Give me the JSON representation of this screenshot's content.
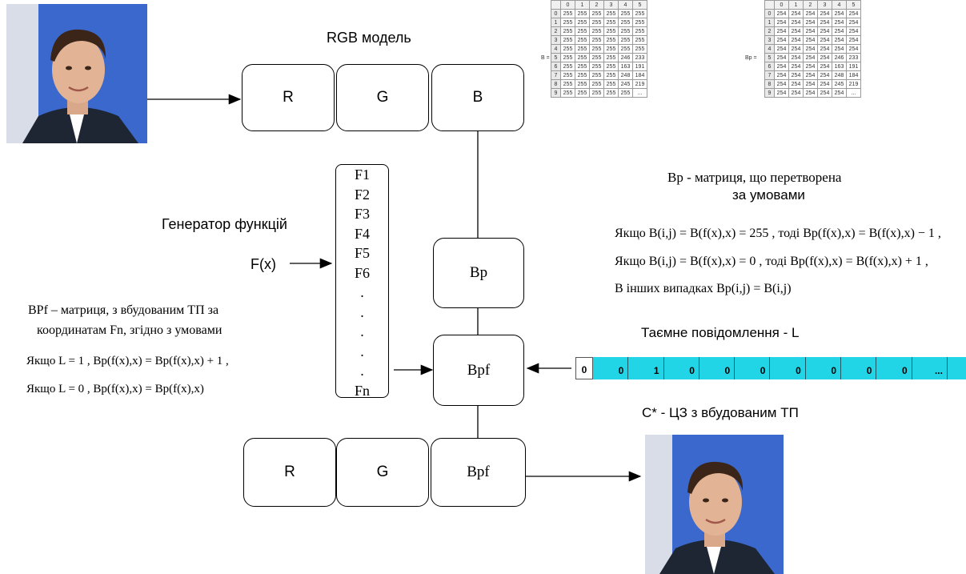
{
  "title": "RGB модель",
  "top_boxes": [
    "R",
    "G",
    "B"
  ],
  "bottom_boxes": [
    "R",
    "G",
    "Bpf"
  ],
  "bp_box": "Bp",
  "bpf_box": "Bpf",
  "generator_label": "Генератор функцій",
  "fx_label": "F(x)",
  "function_list": [
    "F1",
    "F2",
    "F3",
    "F4",
    "F5",
    "F6",
    ".",
    ".",
    ".",
    ".",
    ".",
    "Fn"
  ],
  "bp_description_line1": "Bp - матриця, що перетворена",
  "bp_description_line2": "за умовами",
  "bp_conditions": [
    "Якщо B(i,j) = B(f(x),x) = 255 , тоді Bp(f(x),x) = B(f(x),x) − 1 ,",
    "Якщо B(i,j) = B(f(x),x) = 0 , тоді Bp(f(x),x) = B(f(x),x) + 1 ,",
    "В інших випадках Bp(i,j) = B(i,j)"
  ],
  "bpf_description_line1": "BPf – матриця, з вбудованим ТП за",
  "bpf_description_line2": "координатам Fn, згідно з умовами",
  "bpf_conditions": [
    "Якщо L = 1 , Bp(f(x),x) = Bp(f(x),x) + 1 ,",
    "Якщо L = 0 , Bp(f(x),x) = Bp(f(x),x)"
  ],
  "secret_message_label": "Таємне повідомлення - L",
  "secret_message_bits": [
    "0",
    "0",
    "1",
    "0",
    "0",
    "0",
    "0",
    "0",
    "0",
    "0",
    "..."
  ],
  "output_label": "C* - ЦЗ з вбудованим ТП",
  "matrix_b": {
    "label": "B =",
    "columns": [
      "",
      "0",
      "1",
      "2",
      "3",
      "4",
      "5"
    ],
    "rows": [
      [
        "0",
        "255",
        "255",
        "255",
        "255",
        "255",
        "255"
      ],
      [
        "1",
        "255",
        "255",
        "255",
        "255",
        "255",
        "255"
      ],
      [
        "2",
        "255",
        "255",
        "255",
        "255",
        "255",
        "255"
      ],
      [
        "3",
        "255",
        "255",
        "255",
        "255",
        "255",
        "255"
      ],
      [
        "4",
        "255",
        "255",
        "255",
        "255",
        "255",
        "255"
      ],
      [
        "5",
        "255",
        "255",
        "255",
        "255",
        "246",
        "233"
      ],
      [
        "6",
        "255",
        "255",
        "255",
        "255",
        "163",
        "191"
      ],
      [
        "7",
        "255",
        "255",
        "255",
        "255",
        "248",
        "184"
      ],
      [
        "8",
        "255",
        "255",
        "255",
        "255",
        "245",
        "219"
      ],
      [
        "9",
        "255",
        "255",
        "255",
        "255",
        "255",
        "..."
      ]
    ]
  },
  "matrix_bp": {
    "label": "Bp =",
    "columns": [
      "",
      "0",
      "1",
      "2",
      "3",
      "4",
      "5"
    ],
    "rows": [
      [
        "0",
        "254",
        "254",
        "254",
        "254",
        "254",
        "254"
      ],
      [
        "1",
        "254",
        "254",
        "254",
        "254",
        "254",
        "254"
      ],
      [
        "2",
        "254",
        "254",
        "254",
        "254",
        "254",
        "254"
      ],
      [
        "3",
        "254",
        "254",
        "254",
        "254",
        "254",
        "254"
      ],
      [
        "4",
        "254",
        "254",
        "254",
        "254",
        "254",
        "254"
      ],
      [
        "5",
        "254",
        "254",
        "254",
        "254",
        "246",
        "233"
      ],
      [
        "6",
        "254",
        "254",
        "254",
        "254",
        "163",
        "191"
      ],
      [
        "7",
        "254",
        "254",
        "254",
        "254",
        "248",
        "184"
      ],
      [
        "8",
        "254",
        "254",
        "254",
        "254",
        "245",
        "219"
      ],
      [
        "9",
        "254",
        "254",
        "254",
        "254",
        "254",
        "..."
      ]
    ]
  },
  "colors": {
    "message_bar": "#21d4e6",
    "photo_bg": "#3c6fd1"
  }
}
